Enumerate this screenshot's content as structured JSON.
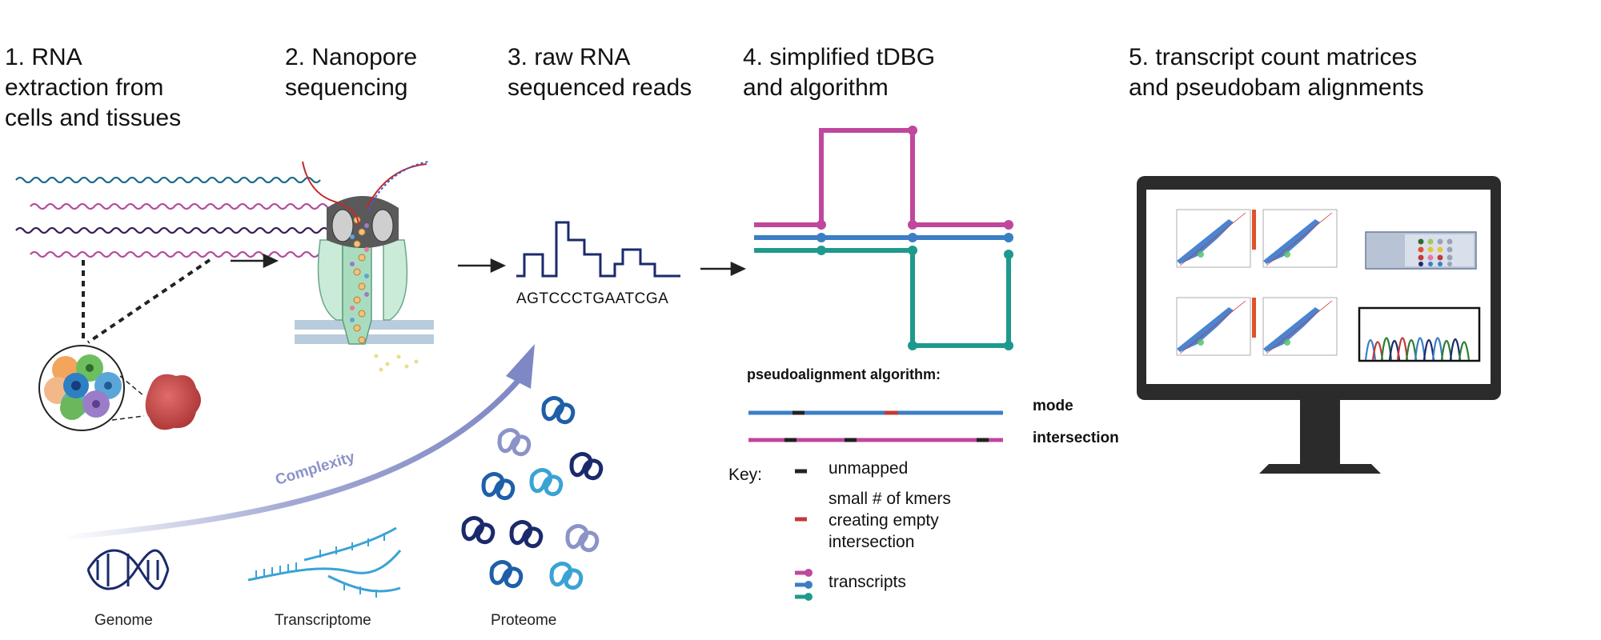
{
  "steps": [
    {
      "title": "1. RNA\nextraction from\ncells and tissues"
    },
    {
      "title": "2. Nanopore\nsequencing"
    },
    {
      "title": "3. raw RNA\nsequenced reads"
    },
    {
      "title": "4. simplified tDBG\nand algorithm"
    },
    {
      "title": "5. transcript count matrices\nand pseudobam alignments"
    }
  ],
  "read_sequence": "AGTCCCTGAATCGA",
  "complexity_label": "Complexity",
  "omics": [
    "Genome",
    "Transcriptome",
    "Proteome"
  ],
  "algorithm": {
    "heading": "pseudoalignment algorithm:",
    "rows": [
      "mode",
      "intersection"
    ]
  },
  "key": {
    "title": "Key:",
    "unmapped": "unmapped",
    "empty": "small # of kmers\ncreating empty\nintersection",
    "transcripts": "transcripts"
  },
  "colors": {
    "magenta": "#c0479c",
    "blue": "#3b7ec6",
    "teal": "#1e9a8c",
    "navy": "#1a2a6c",
    "red": "#c33a3a",
    "monitor": "#2b2b2b"
  }
}
